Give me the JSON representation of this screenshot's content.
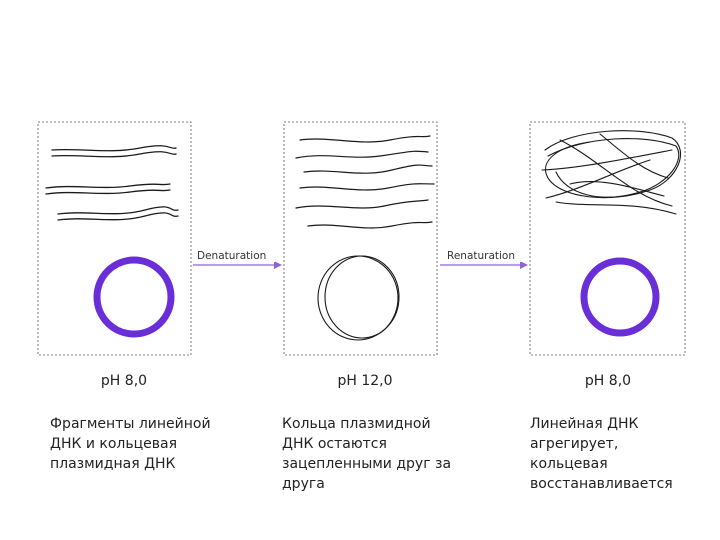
{
  "arrows": {
    "denaturation_label": "Denaturation",
    "renaturation_label": "Renaturation"
  },
  "panels": [
    {
      "ph": "pH 8,0",
      "description": "Фрагменты линейной ДНК и кольцевая плазмидная ДНК"
    },
    {
      "ph": "pH 12,0",
      "description": "Кольца плазмидной ДНК остаются зацепленными друг за друга"
    },
    {
      "ph": "pH 8,0",
      "description": "Линейная ДНК агрегирует, кольцевая восстанавливается"
    }
  ],
  "colors": {
    "plasmid_ring": "#6a2ed8",
    "arrow": "#8e63d6",
    "strand": "#1a1a1a"
  }
}
